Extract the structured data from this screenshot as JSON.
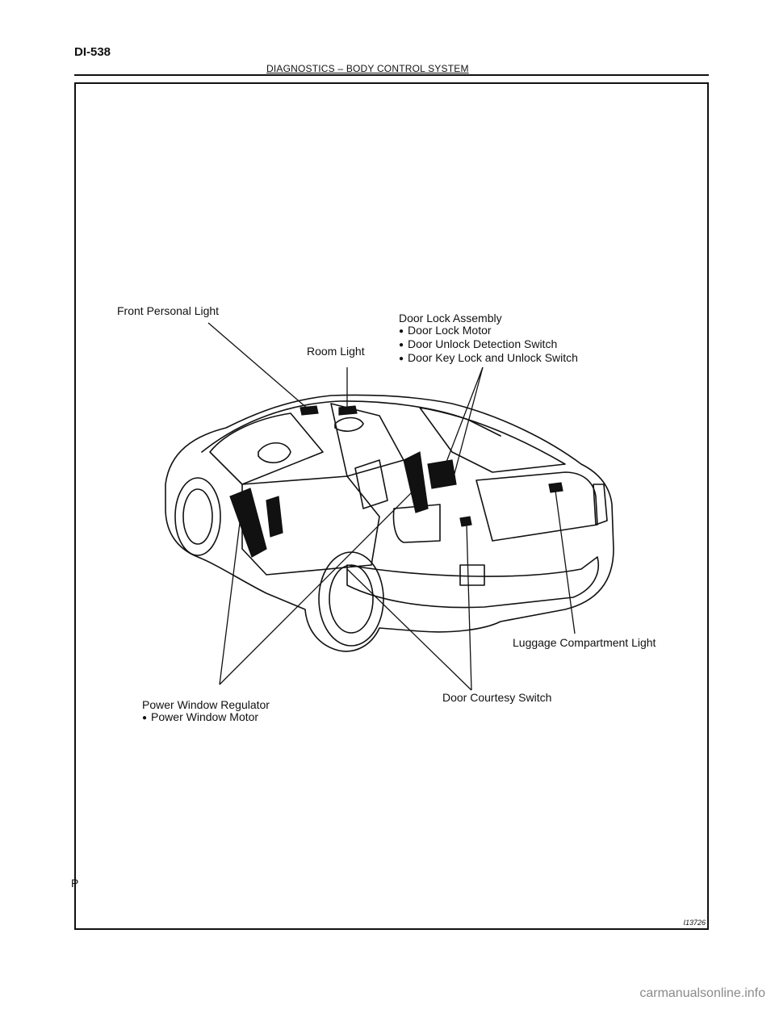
{
  "header": {
    "page_number": "DI-538",
    "title": "DIAGNOSTICS  –  BODY CONTROL SYSTEM"
  },
  "figure": {
    "code": "I13726",
    "labels": {
      "front_personal_light": "Front Personal Light",
      "room_light": "Room Light",
      "door_lock_assembly": {
        "title": "Door Lock Assembly",
        "items": [
          "Door Lock Motor",
          "Door Unlock Detection Switch",
          "Door Key Lock and Unlock Switch"
        ]
      },
      "luggage_compartment_light": "Luggage Compartment Light",
      "door_courtesy_switch": "Door Courtesy Switch",
      "power_window_regulator": {
        "title": "Power Window Regulator",
        "items": [
          "Power Window Motor"
        ]
      }
    }
  },
  "margin": {
    "left_mark": "P"
  },
  "watermark": "carmanualsonline.info"
}
